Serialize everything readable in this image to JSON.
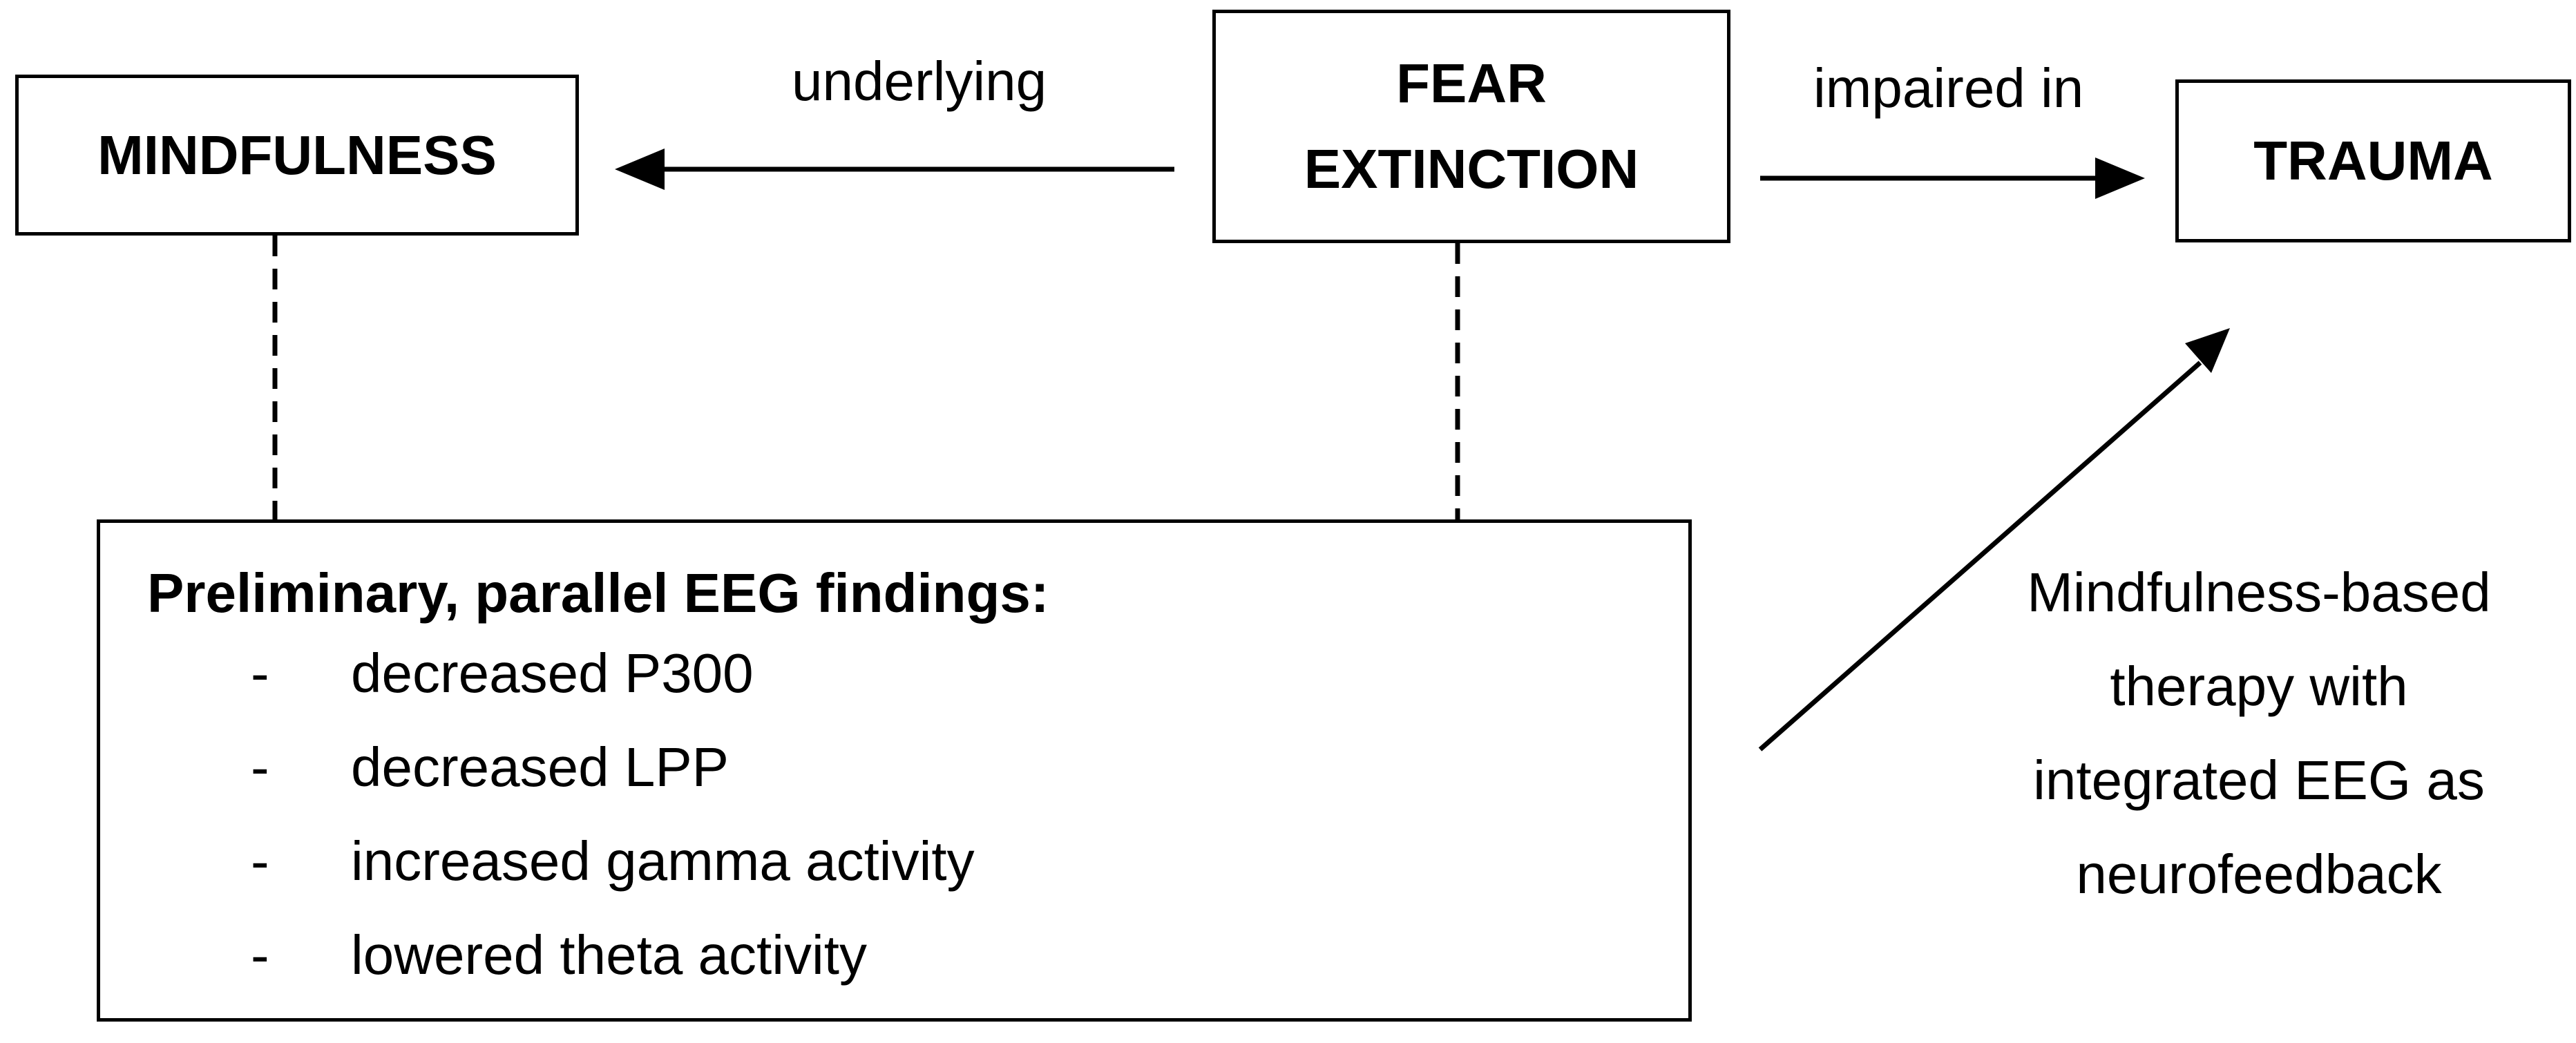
{
  "boxes": {
    "mindfulness": "MINDFULNESS",
    "fear_extinction": [
      "FEAR",
      "EXTINCTION"
    ],
    "trauma": "TRAUMA"
  },
  "edge_labels": {
    "underlying": "underlying",
    "impaired_in": "impaired in"
  },
  "findings": {
    "title": "Preliminary, parallel EEG findings:",
    "bullet": "-",
    "items": [
      "decreased P300",
      "decreased LPP",
      "increased gamma activity",
      "lowered theta activity"
    ]
  },
  "therapy": {
    "lines": [
      "Mindfulness-based",
      "therapy with",
      "integrated EEG as",
      "neurofeedback"
    ]
  }
}
